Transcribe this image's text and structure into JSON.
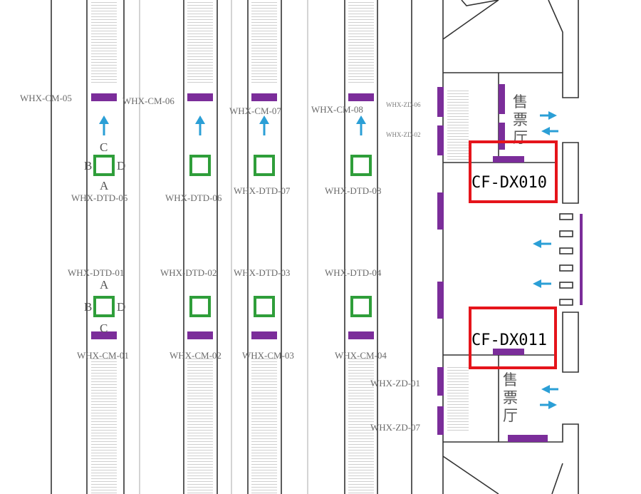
{
  "corridors": [
    {
      "cm_top": "WHX-CM-05",
      "dtd_top": "WHX-DTD-05",
      "dtd_bottom": "WHX-DTD-01",
      "cm_bottom": "WHX-CM-01"
    },
    {
      "cm_top": "WHX-CM-06",
      "dtd_top": "WHX-DTD-06",
      "dtd_bottom": "WHX-DTD-02",
      "cm_bottom": "WHX-CM-02"
    },
    {
      "cm_top": "WHX-CM-07",
      "dtd_top": "WHX-DTD-07",
      "dtd_bottom": "WHX-DTD-03",
      "cm_bottom": "WHX-CM-03"
    },
    {
      "cm_top": "WHX-CM-08",
      "dtd_top": "WHX-DTD-08",
      "dtd_bottom": "WHX-DTD-04",
      "cm_bottom": "WHX-CM-04"
    }
  ],
  "side_letters": {
    "top": "C",
    "left": "B",
    "right": "D",
    "bottom": "A"
  },
  "side_letters_lower": {
    "top": "A",
    "left": "B",
    "right": "D",
    "bottom": "C"
  },
  "zd_labels": {
    "zd06": "WHX-ZD-06",
    "zd02": "WHX-ZD-02",
    "zd01": "WHX-ZD-01",
    "zd07": "WHX-ZD-07"
  },
  "ticket_hall": {
    "chars": [
      "售",
      "票",
      "厅"
    ]
  },
  "highlight_codes": {
    "top": "CF-DX010",
    "bottom": "CF-DX011"
  },
  "colors": {
    "purple": "#7b2d9a",
    "green": "#2f9e3a",
    "blue": "#2b9fd6",
    "red": "#e5141b",
    "line": "#333333",
    "stair": "#c8c8c8"
  }
}
